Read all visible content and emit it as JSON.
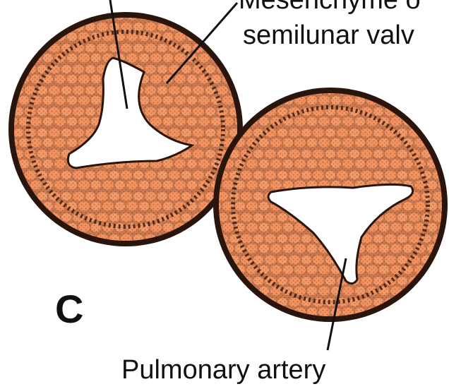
{
  "figure": {
    "panel_letter": "C",
    "labels": {
      "mesenchyme_line1": "Mesenchyme o",
      "mesenchyme_line2": "semilunar valv",
      "pulmonary_artery": "Pulmonary artery"
    },
    "colors": {
      "cell_fill": "#f4935f",
      "tissue_background": "#c9784f",
      "outline": "#2a150c",
      "lumen": "#ffffff",
      "text": "#111111"
    }
  }
}
